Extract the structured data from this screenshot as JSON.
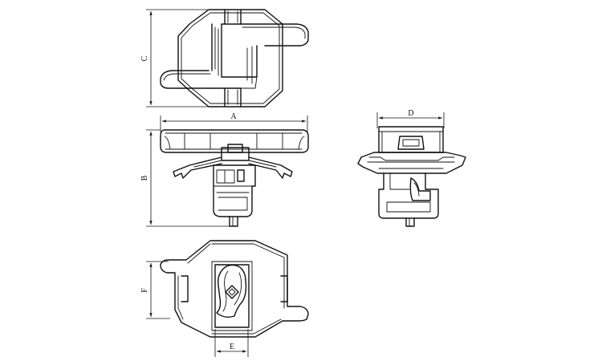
{
  "drawing": {
    "dimension_labels": {
      "A": "A",
      "B": "B",
      "C": "C",
      "D": "D",
      "E": "E",
      "F": "F"
    },
    "colors": {
      "line": "#111111",
      "background": "#ffffff"
    }
  }
}
